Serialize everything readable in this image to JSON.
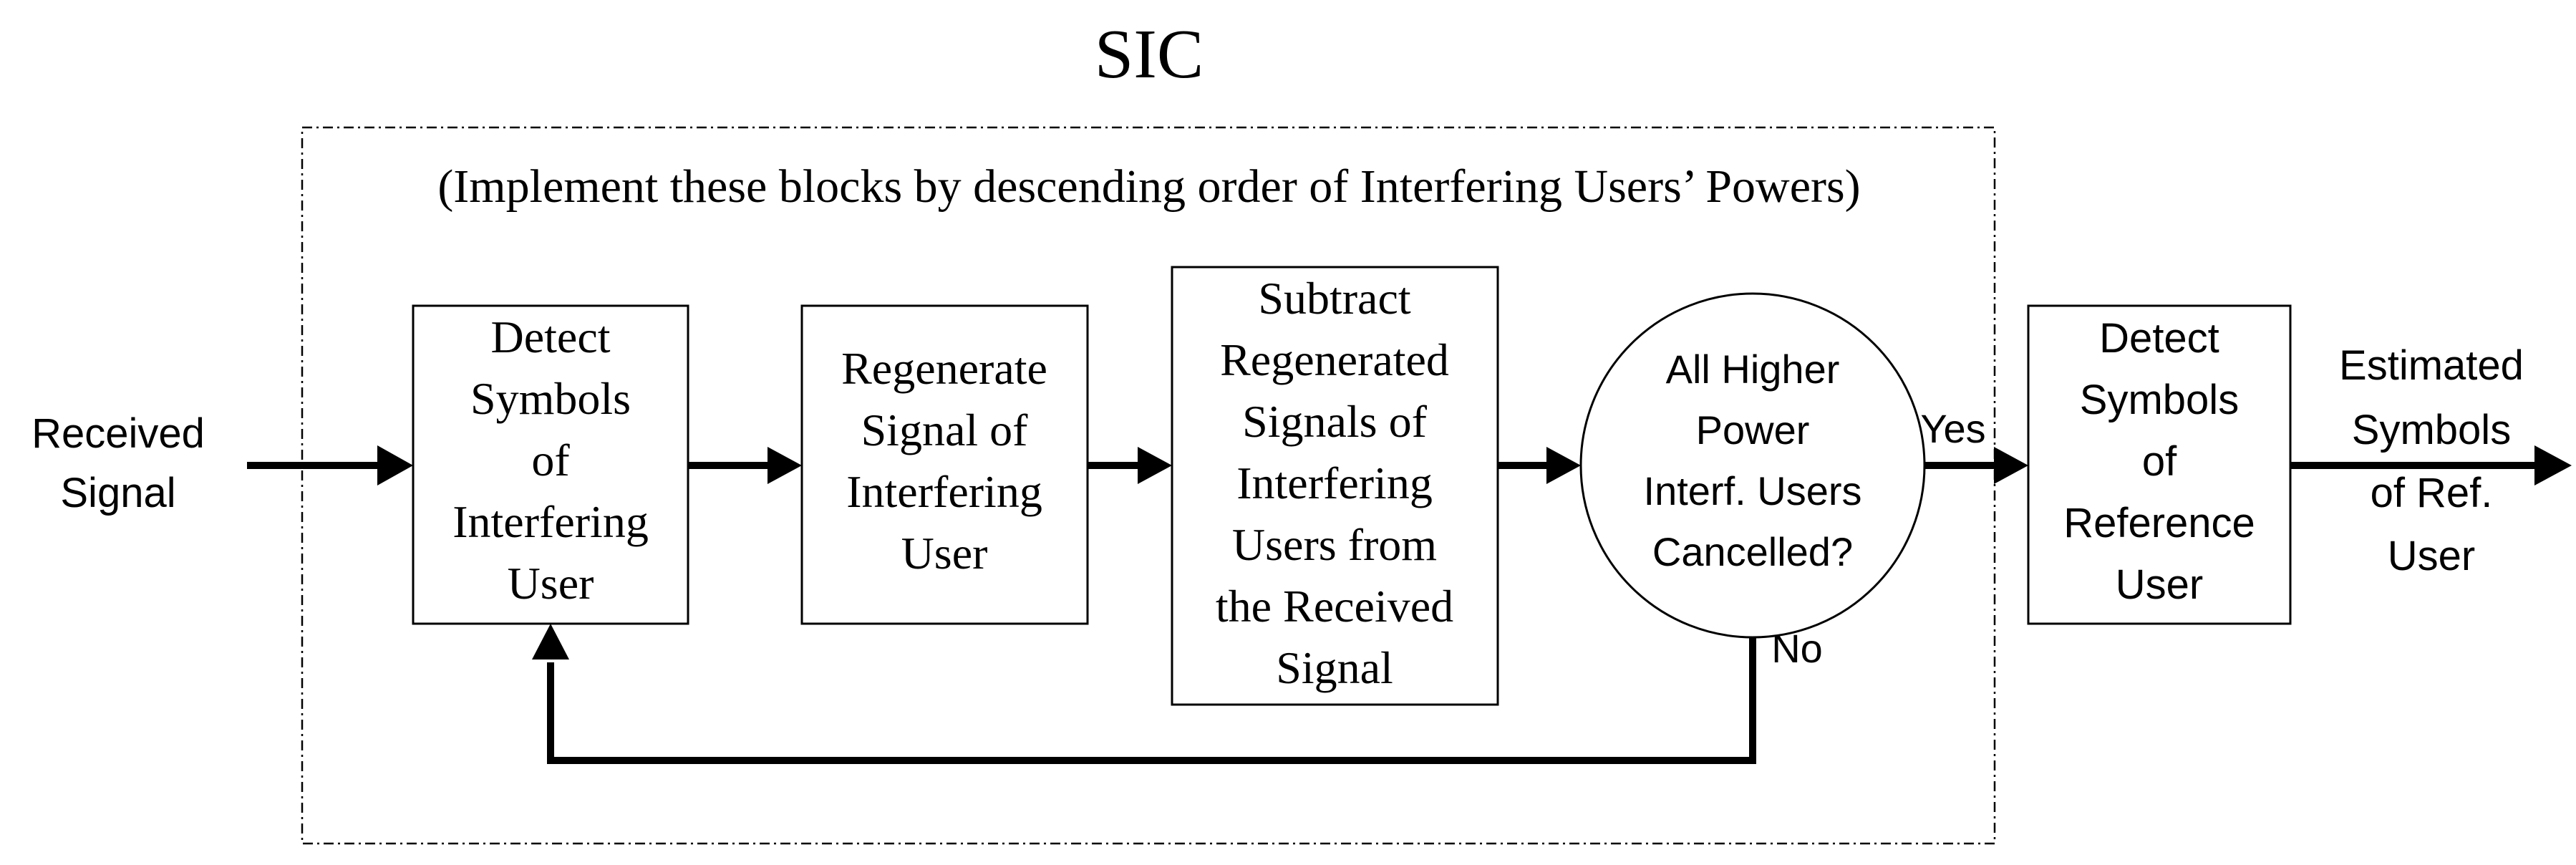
{
  "title": "SIC",
  "note": "(Implement these blocks by descending order of Interfering Users’ Powers)",
  "input_label": [
    "Received",
    "Signal"
  ],
  "blocks": {
    "detect_interfering": [
      "Detect",
      "Symbols",
      "of",
      "Interfering",
      "User"
    ],
    "regenerate": [
      "Regenerate",
      "Signal of",
      "Interfering",
      "User"
    ],
    "subtract": [
      "Subtract",
      "Regenerated",
      "Signals of",
      "Interfering",
      "Users from",
      "the Received",
      "Signal"
    ],
    "decision": [
      "All Higher",
      "Power",
      "Interf. Users",
      "Cancelled?"
    ],
    "detect_reference": [
      "Detect",
      "Symbols",
      "of",
      "Reference",
      "User"
    ]
  },
  "yes_label": "Yes",
  "no_label": "No",
  "output_label": [
    "Estimated",
    "Symbols",
    "of Ref.",
    "User"
  ]
}
